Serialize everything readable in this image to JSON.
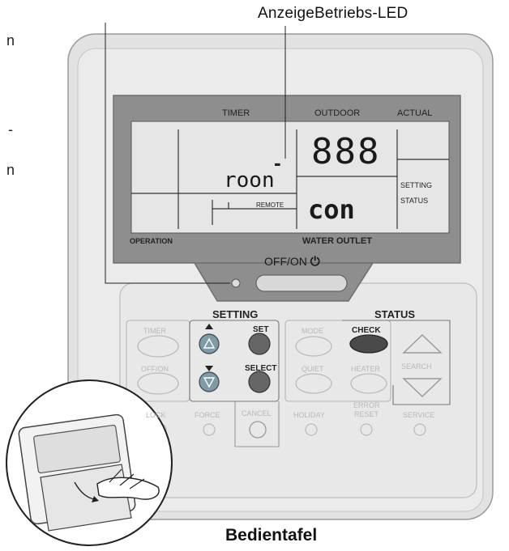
{
  "captions": {
    "led_label": "AnzeigeBetriebs-LED",
    "panel_label": "Bedientafel",
    "side_letters": [
      "n",
      "-",
      "n"
    ]
  },
  "lcd": {
    "timer": "TIMER",
    "outdoor": "OUTDOOR",
    "actual": "ACTUAL",
    "setting": "SETTING",
    "status": "STATUS",
    "remote": "REMOTE",
    "operation": "OPERATION",
    "water_outlet": "WATER OUTLET",
    "seg_top": "888",
    "seg_left": "roon",
    "seg_right": "con",
    "dash": "-"
  },
  "controls": {
    "off_on": "OFF/ON",
    "power_symbol": "⏻",
    "setting_header": "SETTING",
    "status_header": "STATUS",
    "timer": "TIMER",
    "set": "SET",
    "mode": "MODE",
    "check": "CHECK",
    "off_on_btn": "OFF/ON",
    "select": "SELECT",
    "quiet": "QUIET",
    "heater": "HEATER",
    "search": "SEARCH",
    "lock": "LOCK",
    "force": "FORCE",
    "cancel": "CANCEL",
    "holiday": "HOLIDAY",
    "error_reset_1": "ERROR",
    "error_reset_2": "RESET",
    "service": "SERVICE"
  },
  "colors": {
    "case": "#e2e2e2",
    "lcd_frame": "#8e8e8e",
    "lcd_screen": "#e6e6e6",
    "button_dark": "#666666",
    "button_teal": "#7f9aa8",
    "check_button": "#4a4a4a"
  }
}
